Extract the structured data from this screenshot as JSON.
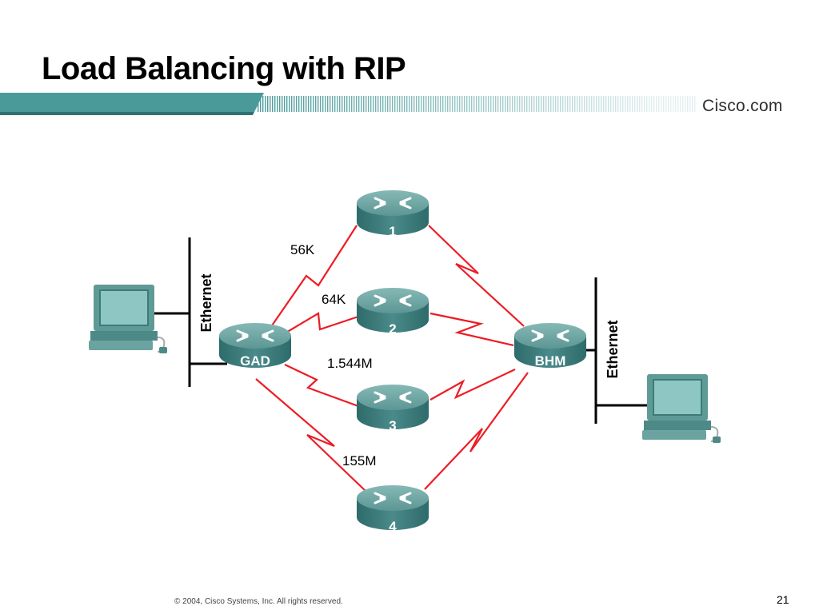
{
  "slide": {
    "title": "Load Balancing with RIP",
    "brand": "Cisco.com",
    "footer": "© 2004, Cisco Systems, Inc. All rights reserved.",
    "page_number": "21"
  },
  "colors": {
    "band": "#4a9a9a",
    "link": "#ee1c25",
    "router": "#3d8585",
    "computer": "#5e9a96"
  },
  "network": {
    "ethernet_left": "Ethernet",
    "ethernet_right": "Ethernet",
    "routers": {
      "gad": "GAD",
      "bhm": "BHM",
      "r1": "1",
      "r2": "2",
      "r3": "3",
      "r4": "4"
    },
    "links": {
      "l56k": "56K",
      "l64k": "64K",
      "l1544m": "1.544M",
      "l155m": "155M"
    }
  }
}
